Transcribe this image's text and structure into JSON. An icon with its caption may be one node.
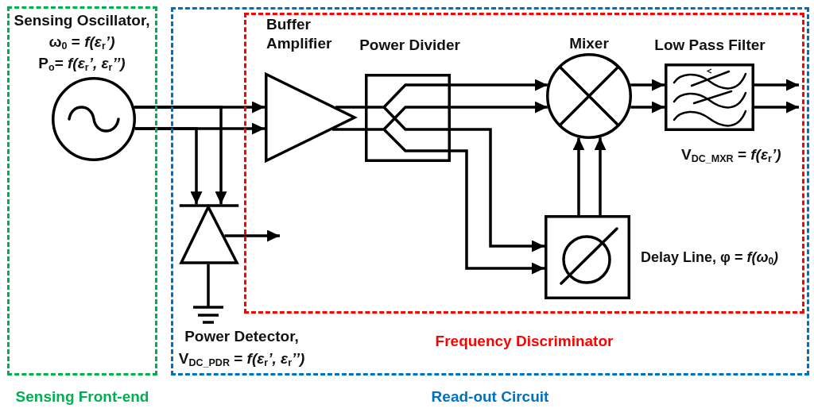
{
  "diagram": {
    "nodes": [
      {
        "text": [
          "Sensing Front-end"
        ]
      },
      {
        "text": [
          "Sensing Oscillator,",
          "ω$_{0}$ = *f(ε*$_{r}$*’)*",
          "P$_{o}$= *f(ε*$_{r}$*’, ε*$_{r}$*’’)*"
        ],
        "in": 0
      },
      {
        "text": [
          "Read-out Circuit"
        ]
      },
      {
        "text": [
          "Frequency Discriminator"
        ],
        "in": 2
      },
      {
        "text": [
          "Buffer Amplifier"
        ],
        "in": 3
      },
      {
        "text": [
          "Power Divider"
        ],
        "in": 3
      },
      {
        "text": [
          "Mixer"
        ],
        "in": 3
      },
      {
        "text": [
          "Low Pass Filter"
        ],
        "in": 3,
        "beside": [
          "V$_{DC_MXR}$ = *f(ε*$_{r}$*’)*"
        ]
      },
      {
        "text": [
          "Delay Line, φ = *f(ω*$_{0}$*)*"
        ],
        "in": 3
      },
      {
        "text": [],
        "shape": "triangle",
        "in": 2,
        "beside": [
          "Power Detector,",
          "V$_{DC_PDR}$ = *f(ε*$_{r}$*’, ε*$_{r}$*’’)*"
        ]
      }
    ],
    "edges": [
      {
        "from": 1,
        "to": 4,
        "arrow": "to"
      },
      {
        "from": 1,
        "to": 4,
        "arrow": "to"
      },
      {
        "from": 1,
        "to": 9,
        "arrow": "to"
      },
      {
        "from": 1,
        "to": 9,
        "arrow": "to"
      },
      {
        "from": 9,
        "to": null,
        "arrow": "to"
      },
      {
        "from": 4,
        "to": 5,
        "arrow": "none"
      },
      {
        "from": 4,
        "to": 5,
        "arrow": "none"
      },
      {
        "from": 5,
        "to": 6,
        "arrow": "to"
      },
      {
        "from": 5,
        "to": 6,
        "arrow": "to"
      },
      {
        "from": 5,
        "to": 8,
        "arrow": "to"
      },
      {
        "from": 5,
        "to": 8,
        "arrow": "to"
      },
      {
        "from": 8,
        "to": 6,
        "arrow": "to"
      },
      {
        "from": 8,
        "to": 6,
        "arrow": "to"
      },
      {
        "from": 6,
        "to": 7,
        "arrow": "to"
      },
      {
        "from": 6,
        "to": 7,
        "arrow": "to"
      },
      {
        "from": 7,
        "to": null,
        "arrow": "to"
      },
      {
        "from": 7,
        "to": null,
        "arrow": "to"
      }
    ]
  }
}
